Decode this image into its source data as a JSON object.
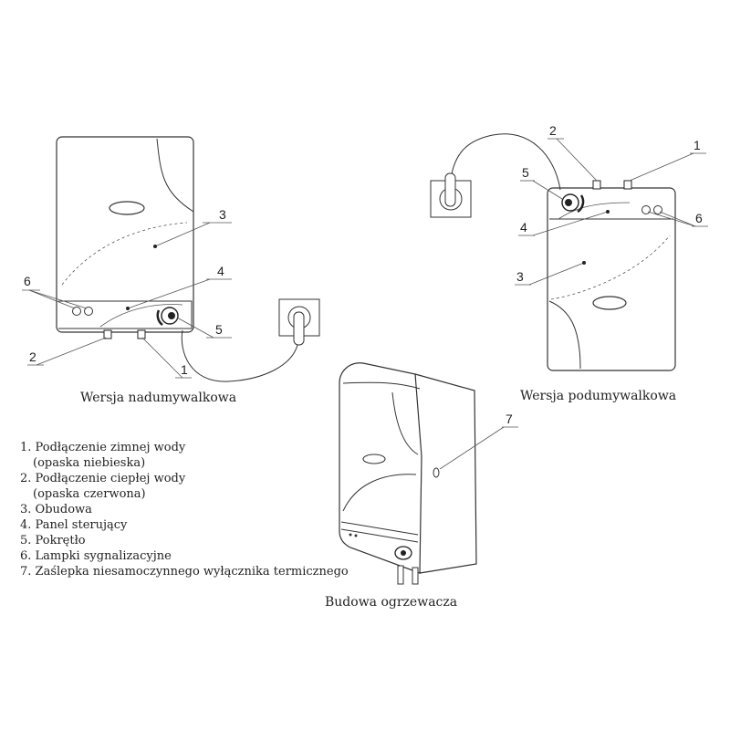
{
  "captions": {
    "over_sink": "Wersja nadumywalkowa",
    "under_sink": "Wersja podumywalkowa",
    "construction": "Budowa ogrzewacza"
  },
  "callouts": {
    "over_sink": [
      "1",
      "2",
      "3",
      "4",
      "5",
      "6"
    ],
    "under_sink": [
      "1",
      "2",
      "3",
      "4",
      "5",
      "6"
    ],
    "construction": [
      "7"
    ]
  },
  "legend": [
    "1. Podłączenie zimnej wody",
    "(opaska niebieska)",
    "2. Podłączenie ciepłej wody",
    "(opaska czerwona)",
    "3. Obudowa",
    "4. Panel sterujący",
    "5. Pokrętło",
    "6. Lampki sygnalizacyjne",
    "7. Zaślepka niesamoczynnego wyłącznika termicznego"
  ]
}
